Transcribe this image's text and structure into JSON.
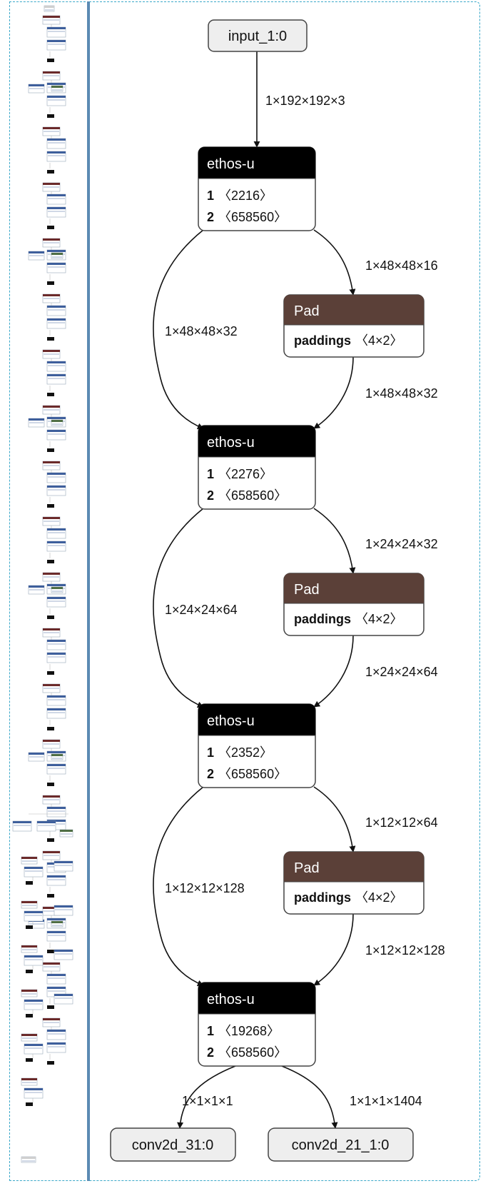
{
  "graph": {
    "input": {
      "label": "input_1:0"
    },
    "input_edge": "1×192×192×3",
    "blocks": [
      {
        "ethos": {
          "title": "ethos-u",
          "rows": [
            {
              "name": "1",
              "value": "〈2216〉"
            },
            {
              "name": "2",
              "value": "〈658560〉"
            }
          ]
        },
        "pad_in_edge": "1×48×48×16",
        "pad": {
          "title": "Pad",
          "attr_name": "paddings",
          "attr_value": "〈4×2〉"
        },
        "pad_out_edge": "1×48×48×32",
        "bypass_edge": "1×48×48×32"
      },
      {
        "ethos": {
          "title": "ethos-u",
          "rows": [
            {
              "name": "1",
              "value": "〈2276〉"
            },
            {
              "name": "2",
              "value": "〈658560〉"
            }
          ]
        },
        "pad_in_edge": "1×24×24×32",
        "pad": {
          "title": "Pad",
          "attr_name": "paddings",
          "attr_value": "〈4×2〉"
        },
        "pad_out_edge": "1×24×24×64",
        "bypass_edge": "1×24×24×64"
      },
      {
        "ethos": {
          "title": "ethos-u",
          "rows": [
            {
              "name": "1",
              "value": "〈2352〉"
            },
            {
              "name": "2",
              "value": "〈658560〉"
            }
          ]
        },
        "pad_in_edge": "1×12×12×64",
        "pad": {
          "title": "Pad",
          "attr_name": "paddings",
          "attr_value": "〈4×2〉"
        },
        "pad_out_edge": "1×12×12×128",
        "bypass_edge": "1×12×12×128"
      }
    ],
    "final_ethos": {
      "title": "ethos-u",
      "rows": [
        {
          "name": "1",
          "value": "〈19268〉"
        },
        {
          "name": "2",
          "value": "〈658560〉"
        }
      ]
    },
    "outputs": [
      {
        "label": "conv2d_31:0",
        "edge": "1×1×1×1"
      },
      {
        "label": "conv2d_21_1:0",
        "edge": "1×1×1×1404"
      }
    ]
  },
  "colors": {
    "ethos_header": "#000000",
    "pad_header": "#5b4038",
    "io_fill": "#eeeeee",
    "frame": "#3aa8c9",
    "divider": "#5b8ab3"
  }
}
